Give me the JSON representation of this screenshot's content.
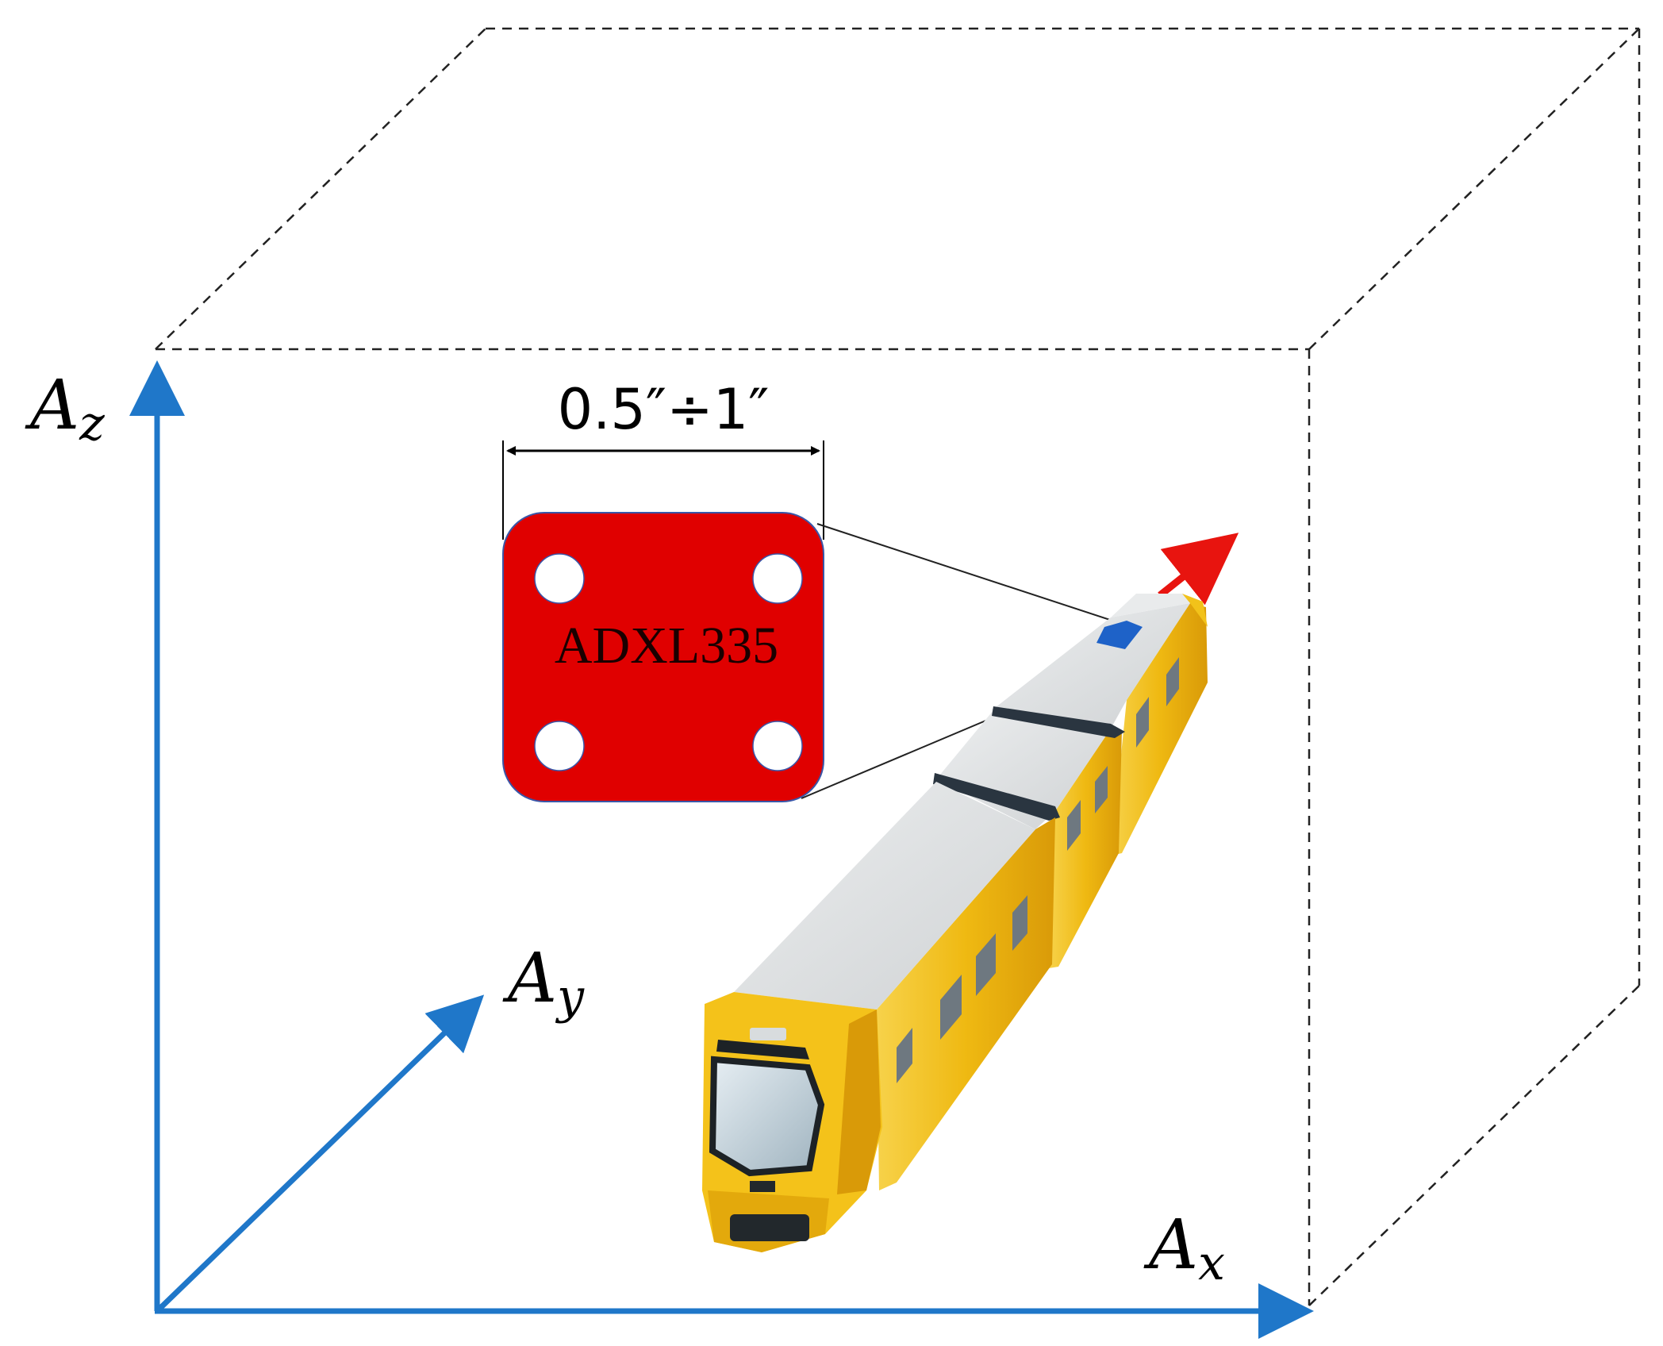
{
  "axes": {
    "z_label": "A",
    "z_sub": "z",
    "y_label": "A",
    "y_sub": "y",
    "x_label": "A",
    "x_sub": "x"
  },
  "sensor": {
    "size_label": "0.5″÷1″",
    "chip_label": "ADXL335"
  },
  "colors": {
    "axis": "#1f77c9",
    "chip": "#e00000",
    "motion_arrow": "#e8140f",
    "train_body": "#f2c21a",
    "train_roof": "#dcdedf",
    "sensor_mark": "#1e62c8",
    "box_edge": "#222222"
  },
  "icons": {
    "train": "train-icon",
    "motion": "arrow-right-icon"
  }
}
